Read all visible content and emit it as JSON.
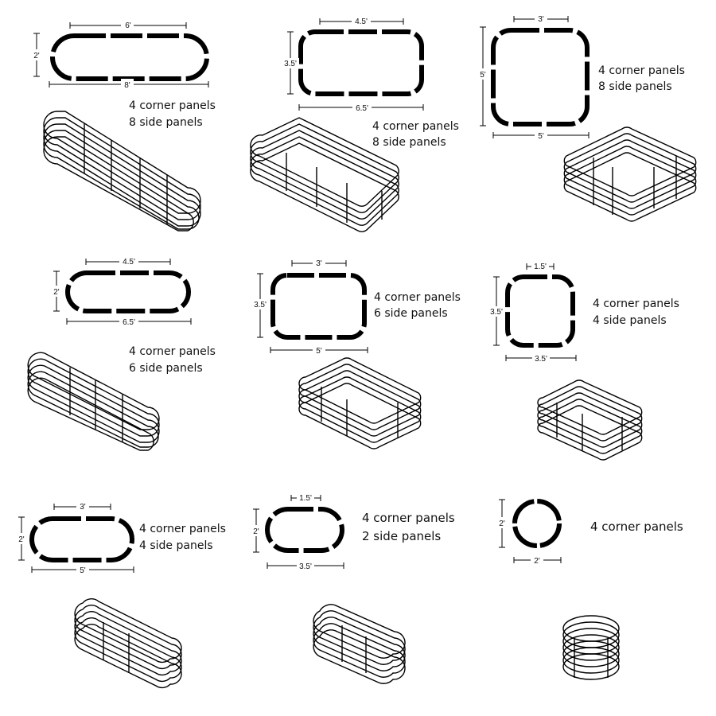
{
  "beds": [
    {
      "id": "6x2",
      "width": "6'",
      "height": "2'",
      "bottom": "8'",
      "line1": "4 corner panels",
      "line2": "8 side panels"
    },
    {
      "id": "4.5x3.5",
      "width": "4.5'",
      "height": "3.5'",
      "bottom": "6.5'",
      "line1": "4 corner panels",
      "line2": "8 side panels"
    },
    {
      "id": "3x5",
      "width": "3'",
      "height": "5'",
      "bottom": "5'",
      "line1": "4 corner panels",
      "line2": "8 side panels"
    },
    {
      "id": "4.5x2",
      "width": "4.5'",
      "height": "2'",
      "bottom": "6.5'",
      "line1": "4 corner panels",
      "line2": "6 side panels"
    },
    {
      "id": "3x3.5",
      "width": "3'",
      "height": "3.5'",
      "bottom": "5'",
      "line1": "4 corner panels",
      "line2": "6 side panels"
    },
    {
      "id": "1.5x3.5",
      "width": "1.5'",
      "height": "3.5'",
      "bottom": "3.5'",
      "line1": "4 corner panels",
      "line2": "4 side panels"
    },
    {
      "id": "3x2",
      "width": "3'",
      "height": "2'",
      "bottom": "5'",
      "line1": "4 corner panels",
      "line2": "4 side panels"
    },
    {
      "id": "1.5x2",
      "width": "1.5'",
      "height": "2'",
      "bottom": "3.5'",
      "line1": "4 corner panels",
      "line2": "2 side panels"
    },
    {
      "id": "2x2",
      "width": "",
      "height": "2'",
      "bottom": "2'",
      "line1": "4 corner panels",
      "line2": ""
    }
  ]
}
